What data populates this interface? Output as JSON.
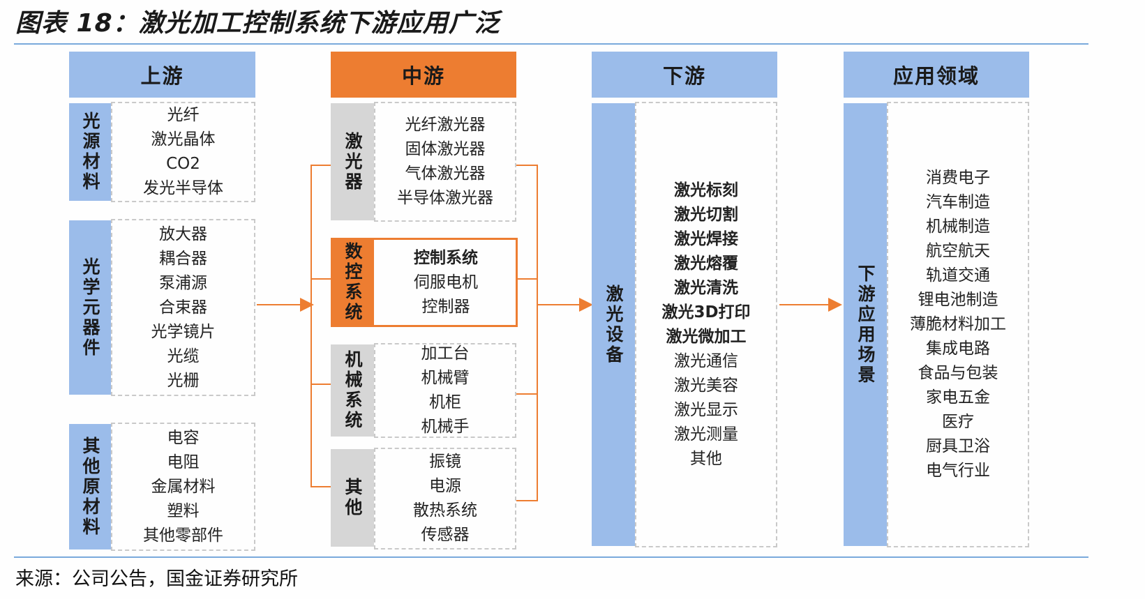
{
  "title": "图表 18：激光加工控制系统下游应用广泛",
  "source": "来源：公司公告，国金证券研究所",
  "columns": {
    "upstream": {
      "header": "上游",
      "groups": [
        {
          "label": "光源材料",
          "items": [
            "光纤",
            "激光晶体",
            "CO2",
            "发光半导体"
          ]
        },
        {
          "label": "光学元器件",
          "items": [
            "放大器",
            "耦合器",
            "泵浦源",
            "合束器",
            "光学镜片",
            "光缆",
            "光栅"
          ]
        },
        {
          "label": "其他原材料",
          "items": [
            "电容",
            "电阻",
            "金属材料",
            "塑料",
            "其他零部件"
          ]
        }
      ]
    },
    "midstream": {
      "header": "中游",
      "groups": [
        {
          "label": "激光器",
          "items": [
            "光纤激光器",
            "固体激光器",
            "气体激光器",
            "半导体激光器"
          ]
        },
        {
          "label": "数控系统",
          "items": [
            "控制系统",
            "伺服电机",
            "控制器"
          ]
        },
        {
          "label": "机械系统",
          "items": [
            "加工台",
            "机械臂",
            "机柜",
            "机械手"
          ]
        },
        {
          "label": "其他",
          "items": [
            "振镜",
            "电源",
            "散热系统",
            "传感器"
          ]
        }
      ]
    },
    "downstream": {
      "header": "下游",
      "label": "激光设备",
      "items_bold": [
        "激光标刻",
        "激光切割",
        "激光焊接",
        "激光熔覆",
        "激光清洗",
        "激光3D打印",
        "激光微加工"
      ],
      "items": [
        "激光通信",
        "激光美容",
        "激光显示",
        "激光测量",
        "其他"
      ]
    },
    "application": {
      "header": "应用领域",
      "label": "下游应用场景",
      "items": [
        "消费电子",
        "汽车制造",
        "机械制造",
        "航空航天",
        "轨道交通",
        "锂电池制造",
        "薄脆材料加工",
        "集成电路",
        "食品与包装",
        "家电五金",
        "医疗",
        "厨具卫浴",
        "电气行业"
      ]
    }
  },
  "colors": {
    "header_blue": "#9bbcea",
    "highlight_orange": "#ed7d31",
    "gray_label": "#d6d6d6",
    "rule_blue": "#7aa9dc"
  }
}
